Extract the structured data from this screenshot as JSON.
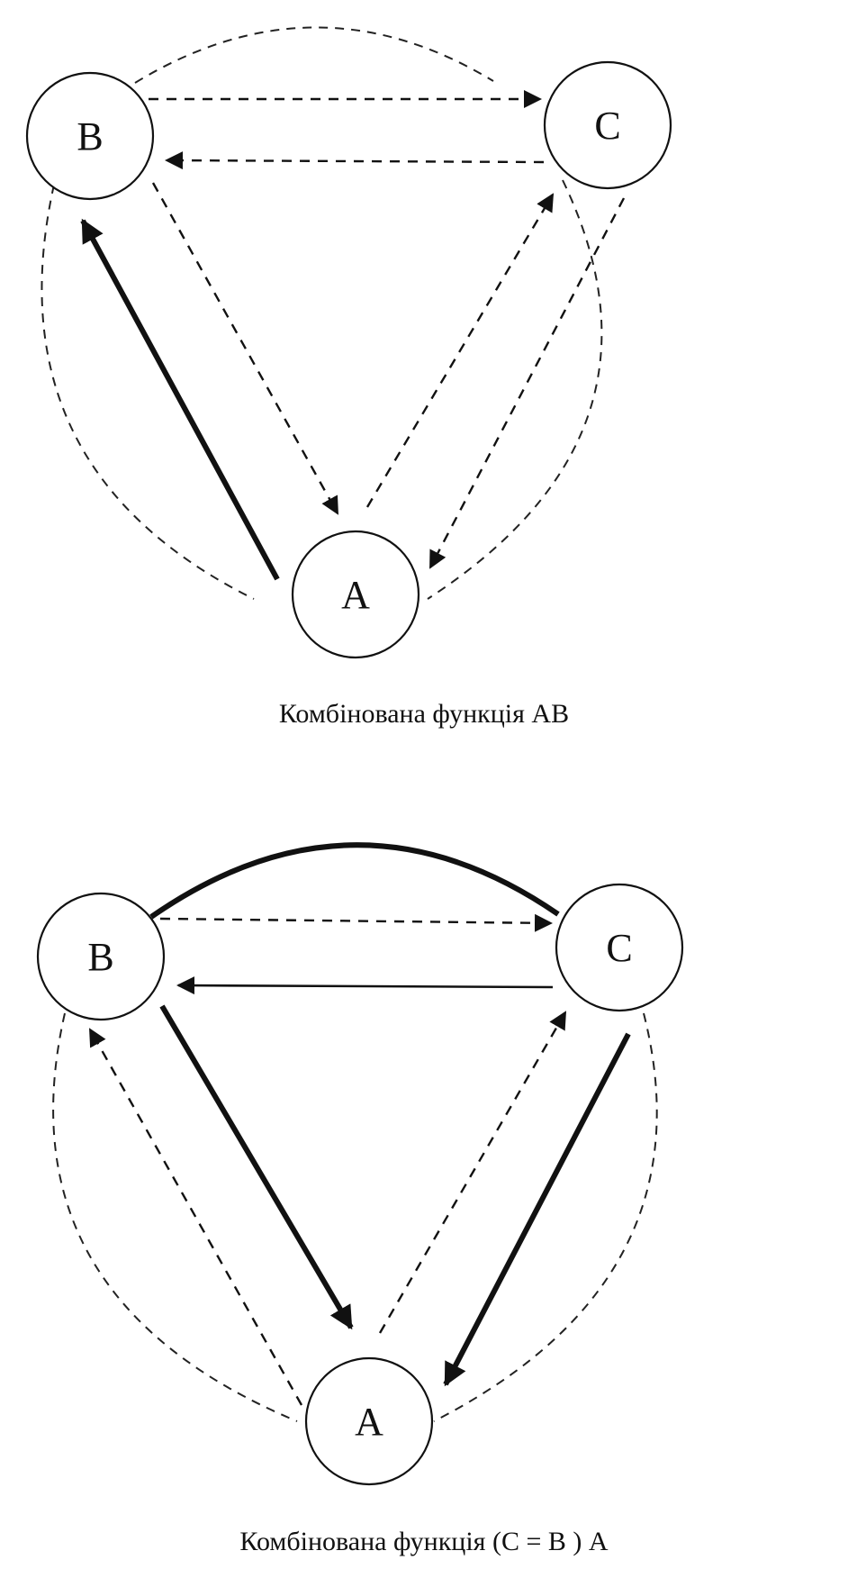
{
  "diagram1": {
    "nodes": {
      "a": "A",
      "b": "B",
      "c": "C"
    },
    "caption": "Комбінована функція АВ"
  },
  "diagram2": {
    "nodes": {
      "a": "A",
      "b": "B",
      "c": "C"
    },
    "caption": "Комбінована функція (С = В ) А"
  }
}
